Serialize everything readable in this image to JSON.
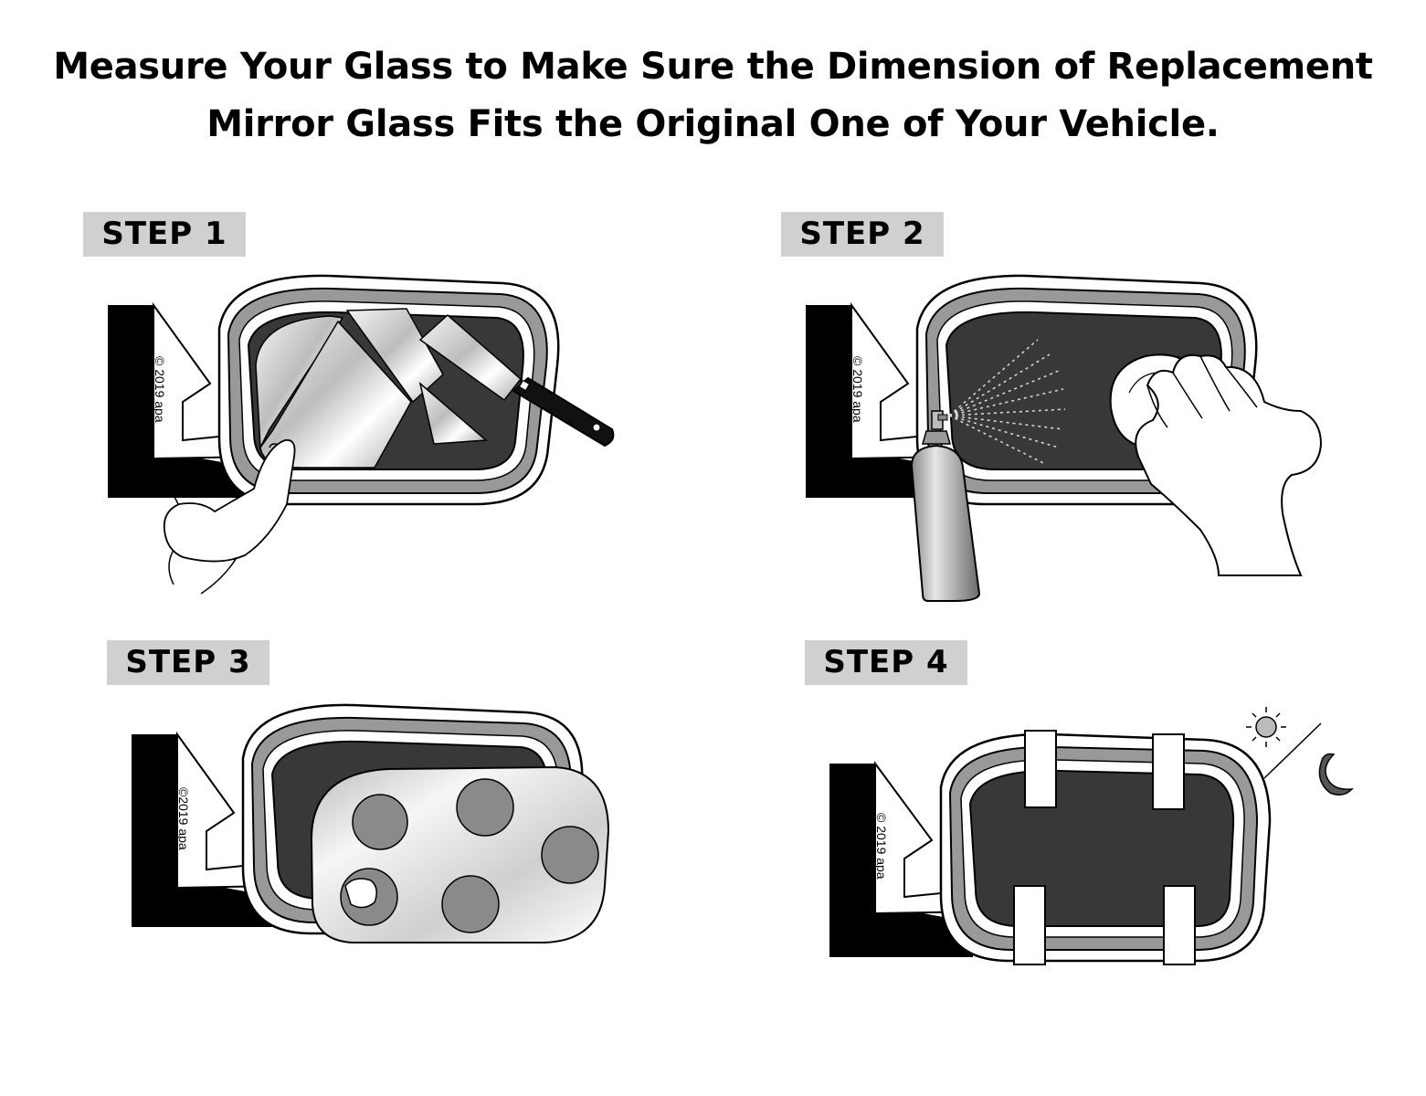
{
  "title": {
    "line1": "Measure Your Glass to Make Sure the Dimension of Replacement",
    "line2": "Mirror Glass Fits the Original One of Your Vehicle."
  },
  "steps": [
    {
      "label": "STEP 1",
      "copyright": "© 2019 apa"
    },
    {
      "label": "STEP 2",
      "copyright": "© 2019 apa"
    },
    {
      "label": "STEP 3",
      "copyright": "©2019 apa"
    },
    {
      "label": "STEP 4",
      "copyright": "© 2019 apa"
    }
  ],
  "colors": {
    "label_background": "#d0d0d0",
    "mirror_recess": "#383838",
    "frame_ring": "#999999",
    "adhesive_pad": "#8a8a8a"
  }
}
